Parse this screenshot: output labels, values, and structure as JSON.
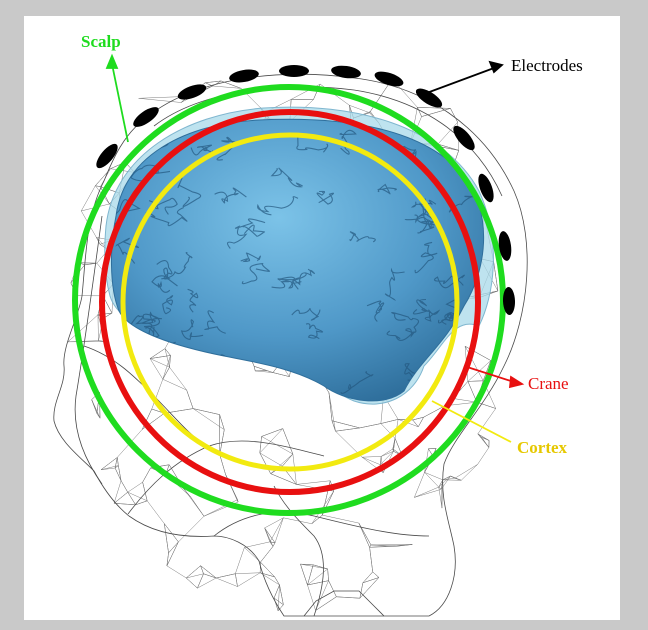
{
  "labels": {
    "scalp": "Scalp",
    "electrodes": "Electrodes",
    "crane": "Crane",
    "cortex": "Cortex"
  },
  "colors": {
    "background": "#c9c9c9",
    "panel": "#ffffff",
    "scalp": "#1fdc1f",
    "crane": "#e81010",
    "cortex": "#f2ea10",
    "electrodes": "#000000",
    "brain": "#5ea9d6",
    "brain_dark": "#2f6f9c",
    "csf": "#a8d9ea",
    "mesh": "#5a5a5a"
  }
}
